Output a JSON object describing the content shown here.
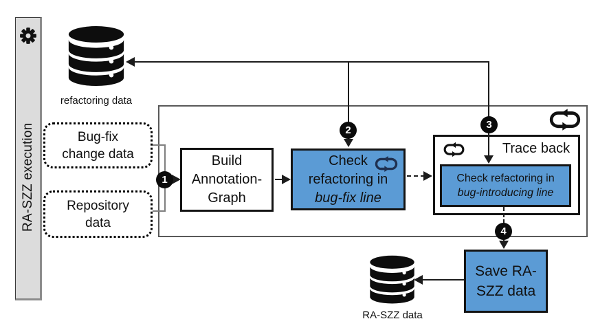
{
  "sidebar": {
    "label": "RA-SZZ execution"
  },
  "datastores": {
    "refactoring": {
      "label": "refactoring data"
    },
    "raszz": {
      "label": "RA-SZZ data"
    }
  },
  "inputs": {
    "bugfix": {
      "line1": "Bug-fix",
      "line2": "change data"
    },
    "repository": {
      "line1": "Repository",
      "line2": "data"
    }
  },
  "steps": {
    "build": {
      "line1": "Build",
      "line2": "Annotation-",
      "line3": "Graph"
    },
    "check_bugfix": {
      "line1": "Check",
      "line2": "refactoring in",
      "line3": "bug-fix line"
    },
    "traceback": {
      "title": "Trace back",
      "inner": {
        "line1": "Check refactoring in",
        "line2": "bug-introducing line"
      }
    },
    "save": {
      "line1": "Save RA-",
      "line2": "SZZ data"
    }
  },
  "badges": {
    "step1": "1",
    "step2": "2",
    "step3": "3",
    "step4": "4"
  },
  "colors": {
    "accent_blue": "#5b9bd5",
    "loop_icon_navy": "#1f3050",
    "sidebar_gray": "#dcdcdc"
  }
}
